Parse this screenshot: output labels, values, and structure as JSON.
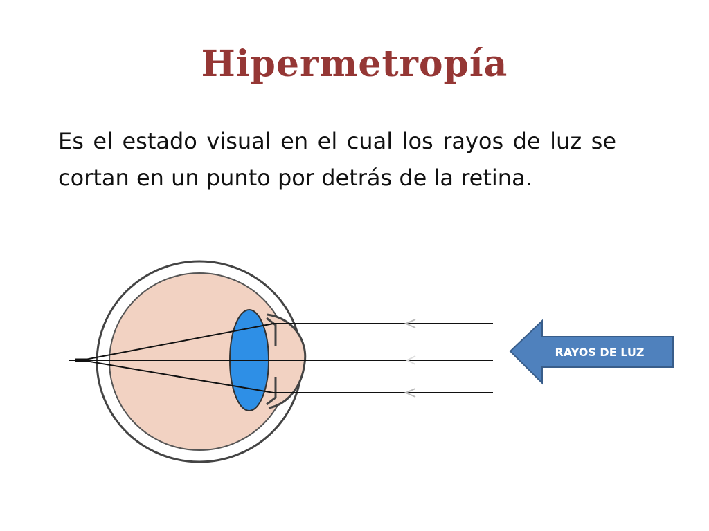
{
  "slide": {
    "title": "Hipermetropía",
    "body": "Es el estado visual en el cual los rayos de luz se cortan en un punto por detrás de la retina."
  },
  "diagram": {
    "arrow_label": "RAYOS DE LUZ"
  },
  "colors": {
    "title": "#953735",
    "eye_fill": "#f2d2c2",
    "lens": "#2e8fe6",
    "arrow_fill": "#4f81bd",
    "arrow_stroke": "#385d8a",
    "arrow_text": "#ffffff",
    "line": "#111111"
  }
}
